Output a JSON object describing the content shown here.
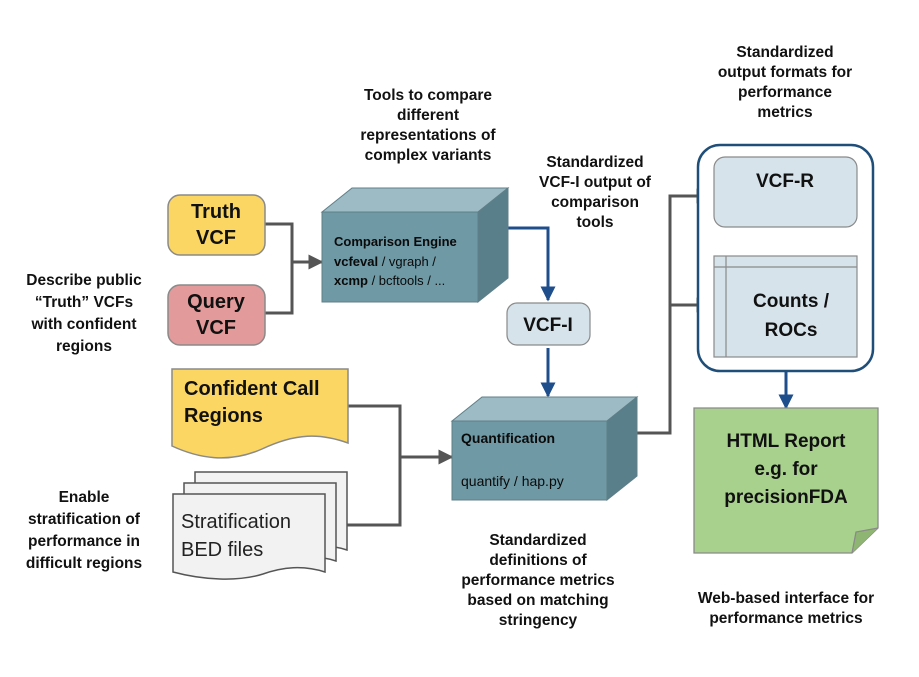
{
  "truth_vcf": {
    "line1": "Truth",
    "line2": "VCF",
    "color": "#FCD662"
  },
  "query_vcf": {
    "line1": "Query",
    "line2": "VCF",
    "color": "#E39A9A"
  },
  "confident_regions": {
    "line1": "Confident Call",
    "line2": "Regions",
    "color": "#FCD662"
  },
  "stratification": {
    "line1": "Stratification",
    "line2": "BED files"
  },
  "comparison_engine": {
    "title": "Comparison Engine",
    "row1_bold": "vcfeval",
    "row1_rest": " / vgraph /",
    "row2_bold": "xcmp",
    "row2_rest": " / bcftools / ...",
    "color": "#6E99A5"
  },
  "vcf_i": {
    "label": "VCF-I"
  },
  "quantification": {
    "title": "Quantification",
    "subtitle": "quantify / hap.py",
    "color": "#6E99A5"
  },
  "vcf_r": {
    "label": "VCF-R"
  },
  "counts": {
    "line1": "Counts /",
    "line2": "ROCs"
  },
  "html_report": {
    "line1": "HTML Report",
    "line2": "e.g. for",
    "line3": "precisionFDA",
    "color": "#A9D18E"
  },
  "captions": {
    "tools": [
      "Tools to compare",
      "different",
      "representations of",
      "complex variants"
    ],
    "vcfi_output": [
      "Standardized",
      "VCF-I output of",
      "comparison",
      "tools"
    ],
    "output_formats": [
      "Standardized",
      "output formats for",
      "performance",
      "metrics"
    ],
    "describe_truth": [
      "Describe public",
      "“Truth” VCFs",
      "with confident",
      "regions"
    ],
    "stratification": [
      "Enable",
      "stratification of",
      "performance in",
      "difficult regions"
    ],
    "definitions": [
      "Standardized",
      "definitions of",
      "performance metrics",
      "based on matching",
      "stringency"
    ],
    "web": [
      "Web-based interface for",
      "performance metrics"
    ]
  },
  "colors": {
    "arrow_gray": "#555555",
    "arrow_blue": "#1F4E8C",
    "panel_blue": "#D6E3EA",
    "border": "#1F4E79"
  }
}
